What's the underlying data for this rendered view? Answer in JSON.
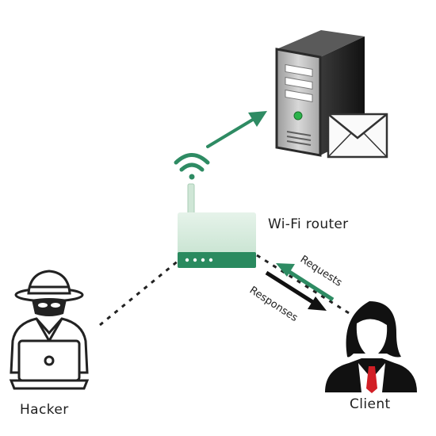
{
  "labels": {
    "router": "Wi-Fi router",
    "hacker": "Hacker",
    "client": "Client",
    "requests": "Requests",
    "responses": "Responses"
  },
  "icons": {
    "server": "server-icon",
    "mail": "envelope-icon",
    "wifi": "wifi-signal-icon",
    "router": "router-icon",
    "hacker": "hacker-icon",
    "laptop": "laptop-icon",
    "client": "client-woman-icon"
  },
  "colors": {
    "accent_green": "#2e8b63",
    "router_body": "#dcefe2",
    "router_base": "#2a8a5f",
    "arrow_black": "#111111",
    "dotted_line": "#222222"
  }
}
